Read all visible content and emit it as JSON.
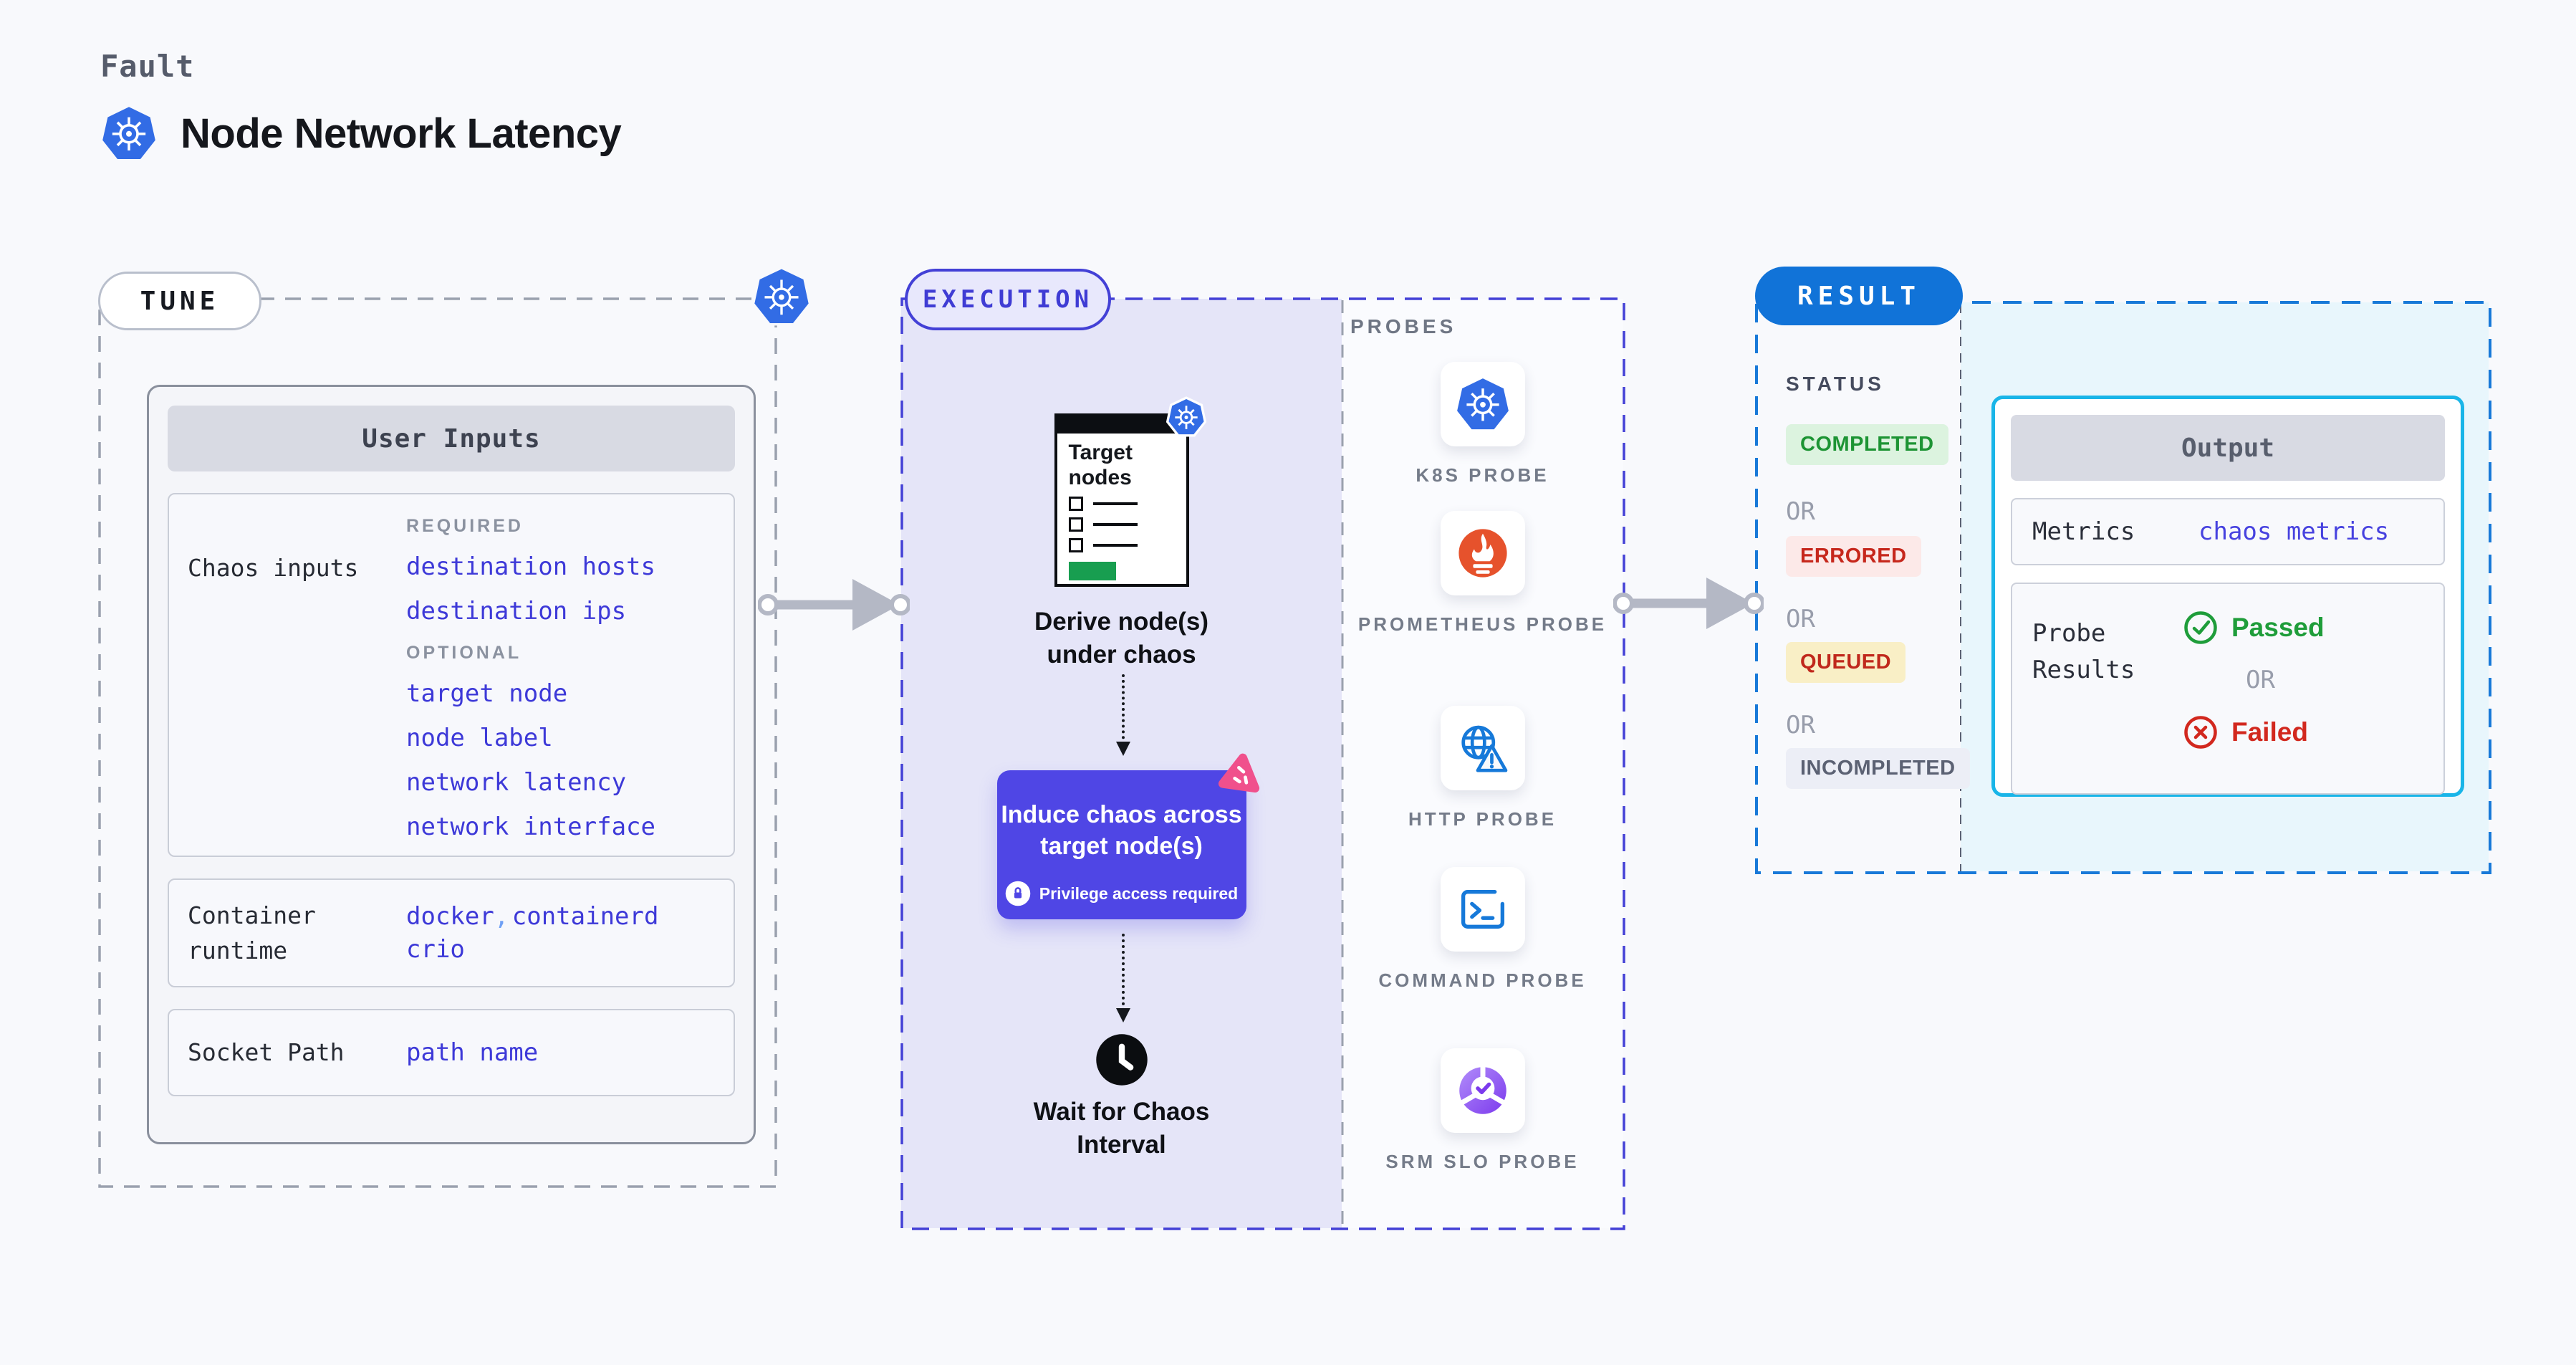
{
  "header": {
    "eyebrow": "Fault",
    "title": "Node Network Latency"
  },
  "tune": {
    "pill": "TUNE",
    "card_title": "User Inputs",
    "chaos_row": {
      "label": "Chaos inputs",
      "required_label": "REQUIRED",
      "required_links": [
        "destination hosts",
        "destination ips"
      ],
      "optional_label": "OPTIONAL",
      "optional_links": [
        "target node",
        "node label",
        "network latency",
        "network interface"
      ]
    },
    "runtime_row": {
      "label": "Container runtime",
      "values": [
        "docker",
        "containerd",
        "crio"
      ],
      "comma": ","
    },
    "socket_row": {
      "label": "Socket Path",
      "value": "path name"
    }
  },
  "execution": {
    "pill": "EXECUTION",
    "target_card_title": "Target nodes",
    "derive_label": "Derive node(s) under chaos",
    "induce_title": "Induce chaos across target node(s)",
    "induce_badge": "Privilege access required",
    "wait_label": "Wait for Chaos Interval",
    "probes_label": "PROBES",
    "probes": [
      {
        "label": "K8S PROBE",
        "icon": "kubernetes-icon"
      },
      {
        "label": "PROMETHEUS PROBE",
        "icon": "prometheus-icon"
      },
      {
        "label": "HTTP PROBE",
        "icon": "http-globe-warning-icon"
      },
      {
        "label": "COMMAND PROBE",
        "icon": "terminal-icon"
      },
      {
        "label": "SRM SLO PROBE",
        "icon": "slo-donut-check-icon"
      }
    ]
  },
  "result": {
    "pill": "RESULT",
    "status_label": "STATUS",
    "or_label": "OR",
    "statuses": [
      {
        "label": "COMPLETED"
      },
      {
        "label": "ERRORED"
      },
      {
        "label": "QUEUED"
      },
      {
        "label": "INCOMPLETED"
      }
    ],
    "output": {
      "title": "Output",
      "metrics_label": "Metrics",
      "metrics_value": "chaos metrics",
      "probe_label": "Probe Results",
      "passed": "Passed",
      "or_label": "OR",
      "failed": "Failed"
    }
  },
  "colors": {
    "page_bg": "#f8f9fc",
    "k8s_blue": "#326ce5",
    "link_blue": "#3d39d8",
    "execution_indigo": "#4340d6",
    "induce_bg": "#4f46e5",
    "lavender_bg": "#e5e5f8",
    "result_blue": "#1173d8",
    "result_cyan_bg": "#e8f6fc",
    "output_border": "#19b5e8",
    "completed_green": "#1d9434",
    "errored_red": "#c6271c",
    "queued_yellow_bg": "#f9efc6",
    "failed_red": "#d2281e",
    "prometheus_orange": "#e6522c",
    "srm_purple": "#7c3aed",
    "litmus_pink": "#f0508c",
    "arrow_gray": "#b4b8c5",
    "green_bar": "#189e50"
  }
}
